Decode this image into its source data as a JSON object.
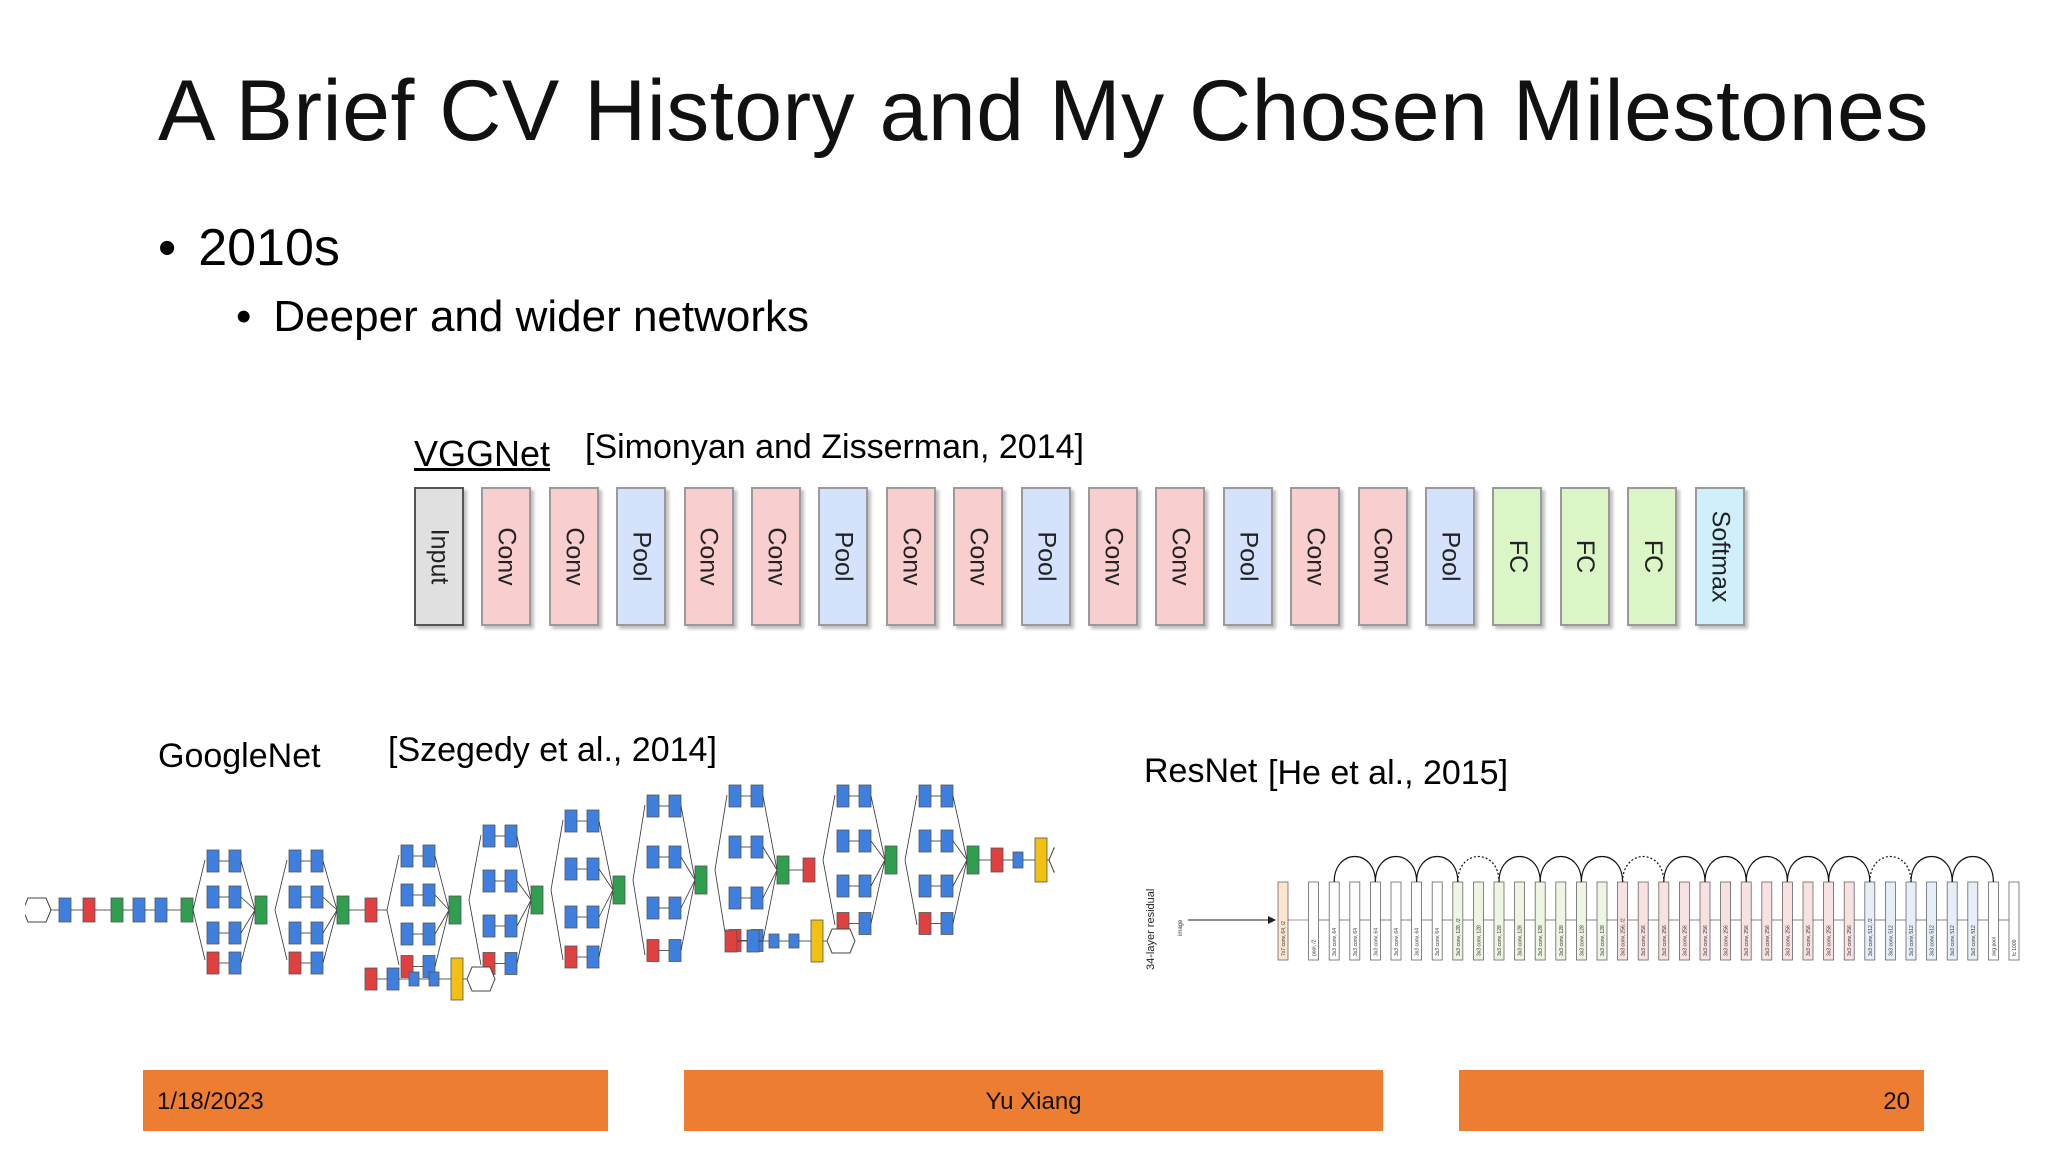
{
  "slide": {
    "title": "A Brief CV History and My Chosen Milestones",
    "bullet_level1": "2010s",
    "bullet_level2": "Deeper and wider networks",
    "bullet_glyph": "•"
  },
  "vggnet": {
    "name": "VGGNet",
    "citation": "[Simonyan and Zisserman, 2014]",
    "layers": [
      "Input",
      "Conv",
      "Conv",
      "Pool",
      "Conv",
      "Conv",
      "Pool",
      "Conv",
      "Conv",
      "Pool",
      "Conv",
      "Conv",
      "Pool",
      "Conv",
      "Conv",
      "Pool",
      "FC",
      "FC",
      "FC",
      "Softmax"
    ],
    "colors": {
      "Input": "#e0e0e0",
      "Conv": "#f8cece",
      "Pool": "#d4e2fb",
      "FC": "#dcf5c6",
      "Softmax": "#cff0fa"
    }
  },
  "googlenet": {
    "name": "GoogleNet",
    "citation": "[Szegedy et al., 2014]"
  },
  "resnet": {
    "name": "ResNet",
    "citation": "[He et al., 2015]",
    "side_label": "34-layer residual",
    "input_label": "image",
    "layers": [
      "7x7 conv, 64, /2",
      "pool, /2",
      "3x3 conv, 64",
      "3x3 conv, 64",
      "3x3 conv, 64",
      "3x3 conv, 64",
      "3x3 conv, 64",
      "3x3 conv, 64",
      "3x3 conv, 128, /2",
      "3x3 conv, 128",
      "3x3 conv, 128",
      "3x3 conv, 128",
      "3x3 conv, 128",
      "3x3 conv, 128",
      "3x3 conv, 128",
      "3x3 conv, 128",
      "3x3 conv, 256, /2",
      "3x3 conv, 256",
      "3x3 conv, 256",
      "3x3 conv, 256",
      "3x3 conv, 256",
      "3x3 conv, 256",
      "3x3 conv, 256",
      "3x3 conv, 256",
      "3x3 conv, 256",
      "3x3 conv, 256",
      "3x3 conv, 256",
      "3x3 conv, 256",
      "3x3 conv, 512, /2",
      "3x3 conv, 512",
      "3x3 conv, 512",
      "3x3 conv, 512",
      "3x3 conv, 512",
      "3x3 conv, 512",
      "avg pool",
      "fc 1000"
    ]
  },
  "footer": {
    "date": "1/18/2023",
    "author": "Yu Xiang",
    "page": "20"
  },
  "theme": {
    "accent": "#ed7d31"
  }
}
